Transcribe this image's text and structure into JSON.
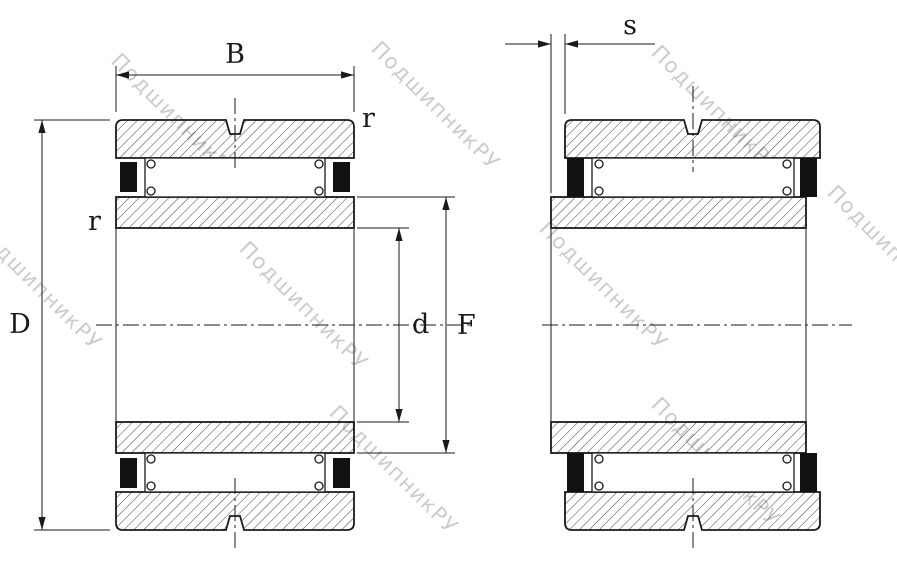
{
  "drawing": {
    "dimensions": {
      "width_label": "B",
      "outer_diameter_label": "D",
      "bore_label": "d",
      "raceway_label": "F",
      "offset_label": "s",
      "fillet_top_label": "r",
      "fillet_left_label": "r"
    },
    "watermark": {
      "text": "ПодшипникРУ",
      "color": "#c3c3c3"
    },
    "colors": {
      "line": "#1a1a1a",
      "background": "#ffffff",
      "seal_fill": "#111111"
    }
  }
}
